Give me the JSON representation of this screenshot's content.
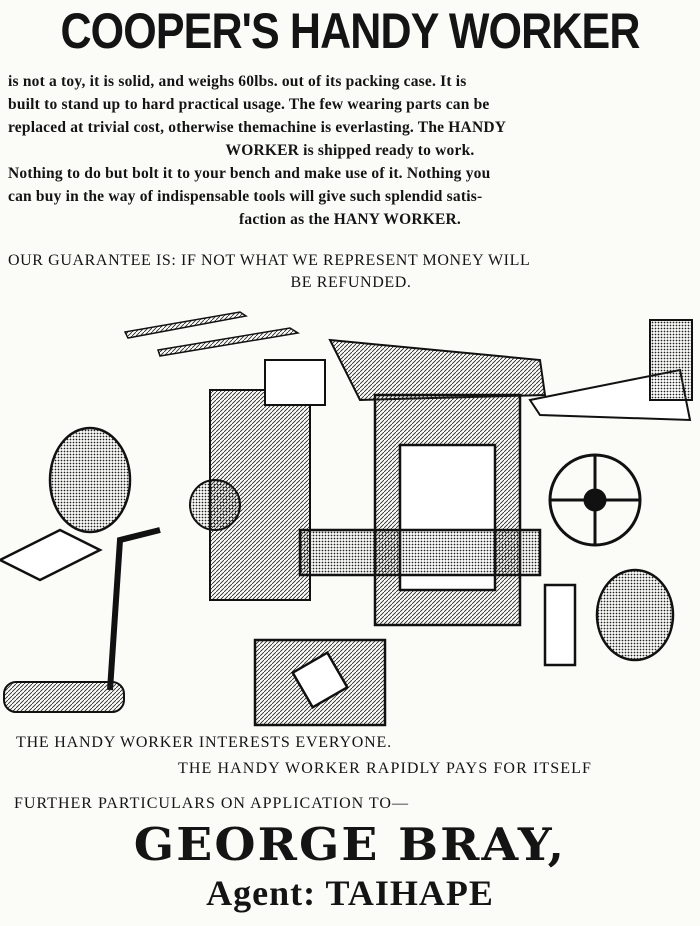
{
  "headline": "COOPER'S HANDY WORKER",
  "body": {
    "line1": "is not a toy, it is solid, and weighs 60lbs. out of its packing case. It is",
    "line2": "built to stand up to hard practical usage. The few wearing parts can be",
    "line3": "replaced at trivial cost, otherwise themachine is everlasting. The HANDY",
    "line4": "WORKER is shipped ready to work.",
    "line5": "Nothing to do but bolt it to your bench and make use of it. Nothing you",
    "line6": "can buy in the way of indispensable tools will give such splendid satis-",
    "line7": "faction as the HANY WORKER."
  },
  "guarantee": {
    "line1": "OUR GUARANTEE IS: IF NOT WHAT WE REPRESENT MONEY WILL",
    "line2": "BE REFUNDED."
  },
  "footer": {
    "interest": "THE HANDY WORKER INTERESTS EVERYONE.",
    "pays": "THE HANDY WORKER RAPIDLY PAYS FOR ITSELF",
    "particulars": "FURTHER PARTICULARS ON APPLICATION TO—",
    "agent_name": "GEORGE BRAY,",
    "agent_location": "Agent: TAIHAPE"
  }
}
